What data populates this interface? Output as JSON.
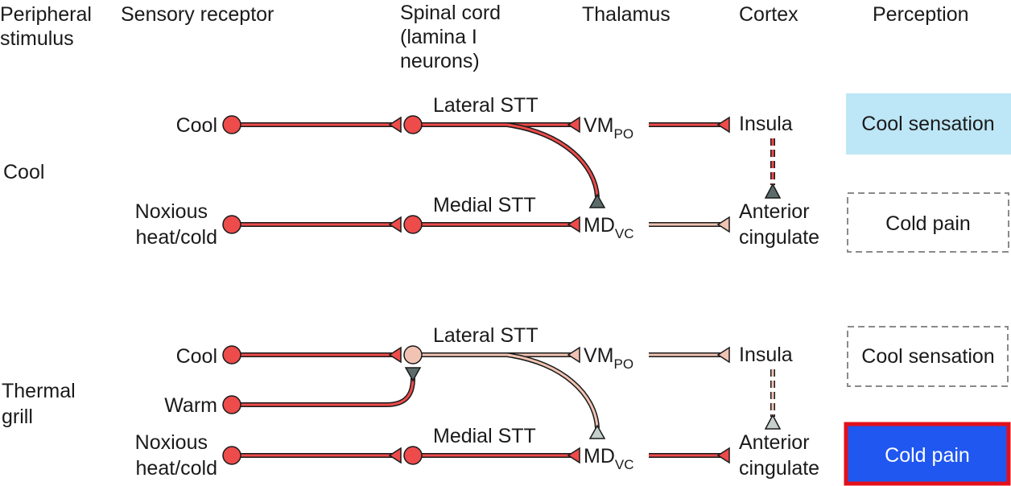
{
  "headers": {
    "peripheral_stimulus": [
      "Peripheral",
      "stimulus"
    ],
    "sensory_receptor": "Sensory receptor",
    "spinal_cord": [
      "Spinal cord",
      "(lamina I",
      "neurons)"
    ],
    "thalamus": "Thalamus",
    "cortex": "Cortex",
    "perception": "Perception"
  },
  "conditions": {
    "cool": "Cool",
    "thermal_grill": [
      "Thermal",
      "grill"
    ]
  },
  "receptors": {
    "cool": "Cool",
    "noxious": [
      "Noxious",
      "heat/cold"
    ],
    "warm": "Warm"
  },
  "tracts": {
    "lateral": "Lateral STT",
    "medial": "Medial STT"
  },
  "thalamus": {
    "vmpo_main": "VM",
    "vmpo_sub": "PO",
    "mdvc_main": "MD",
    "mdvc_sub": "VC"
  },
  "cortex": {
    "insula": "Insula",
    "anterior_cingulate": [
      "Anterior",
      "cingulate"
    ]
  },
  "perception": {
    "cool_sensation": "Cool sensation",
    "cold_pain": "Cold pain"
  },
  "colors": {
    "active": "#ee4b4b",
    "weak": "#f1c3b2",
    "inhibitory": "#5d6b6b",
    "inhibitory_weak": "#c5cfcb",
    "cool_box": "#bde6f6",
    "cold_pain_fill": "#1f57f0",
    "cold_pain_border": "#e3101b",
    "dashed_border": "#8a8a8a"
  }
}
